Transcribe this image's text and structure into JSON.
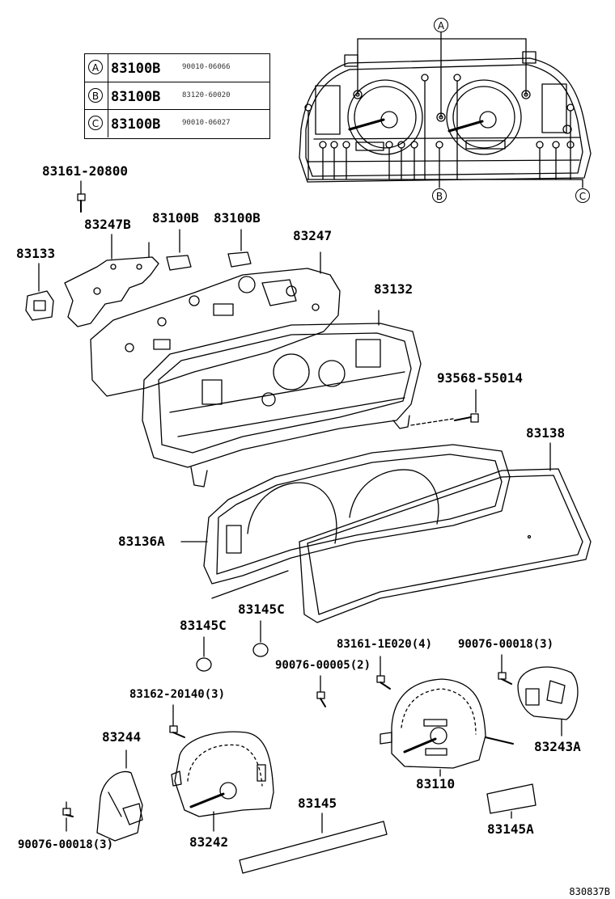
{
  "legend": {
    "rows": [
      {
        "key": "A",
        "part": "83100B",
        "code": "90010-06066"
      },
      {
        "key": "B",
        "part": "83100B",
        "code": "83120-60020"
      },
      {
        "key": "C",
        "part": "83100B",
        "code": "90010-06027"
      }
    ]
  },
  "callouts": {
    "a": "A",
    "b": "B",
    "c": "C"
  },
  "labels": {
    "p83161_20800": "83161-20800",
    "p83247B": "83247B",
    "p83100B_1": "83100B",
    "p83100B_2": "83100B",
    "p83133": "83133",
    "p83247": "83247",
    "p83132": "83132",
    "p93568": "93568-55014",
    "p83138": "83138",
    "p83136A": "83136A",
    "p83145C_1": "83145C",
    "p83145C_2": "83145C",
    "p83161_1E020": "83161-1E020(4)",
    "p90076_00018_top": "90076-00018(3)",
    "p90076_00005": "90076-00005(2)",
    "p83162": "83162-20140(3)",
    "p83244": "83244",
    "p83243A": "83243A",
    "p83110": "83110",
    "p83145": "83145",
    "p83145A": "83145A",
    "p83242": "83242",
    "p90076_00018_bot": "90076-00018(3)"
  },
  "catalog_number": "830837B"
}
